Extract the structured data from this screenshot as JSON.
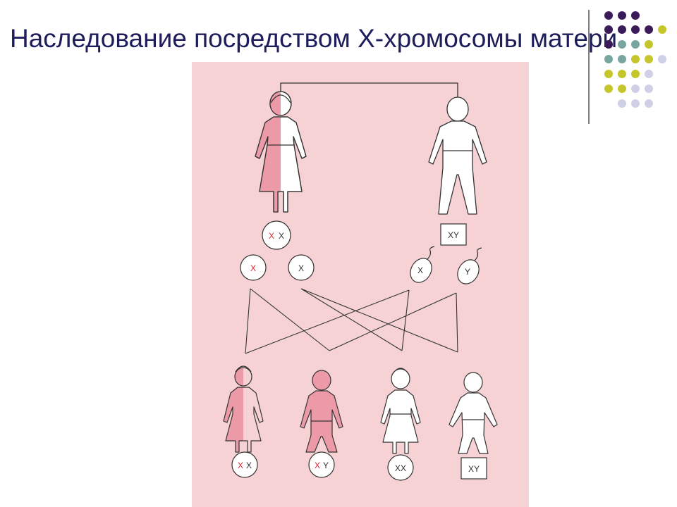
{
  "slide": {
    "title": "Наследование посредством Х-хромосомы матери"
  },
  "parents": {
    "mother_genotype": [
      "X",
      "X"
    ],
    "father_genotype": "XY"
  },
  "gametes": {
    "mother": [
      "X",
      "X"
    ],
    "father": [
      "X",
      "Y"
    ]
  },
  "children": [
    {
      "genotype": [
        "X",
        "X"
      ]
    },
    {
      "genotype": [
        "X",
        "Y"
      ]
    },
    {
      "genotype": "XX"
    },
    {
      "genotype": "XY"
    }
  ],
  "colors": {
    "title": "#1d1d5b",
    "affected_fill": "#ec9aa8",
    "mutant_x": "#d9262e",
    "scan_background": "#f6d2d5",
    "dot_purple": "#3b1a5a",
    "dot_teal": "#79a5a0",
    "dot_olive": "#c5c62b",
    "dot_lavender": "#cfcfe8"
  }
}
